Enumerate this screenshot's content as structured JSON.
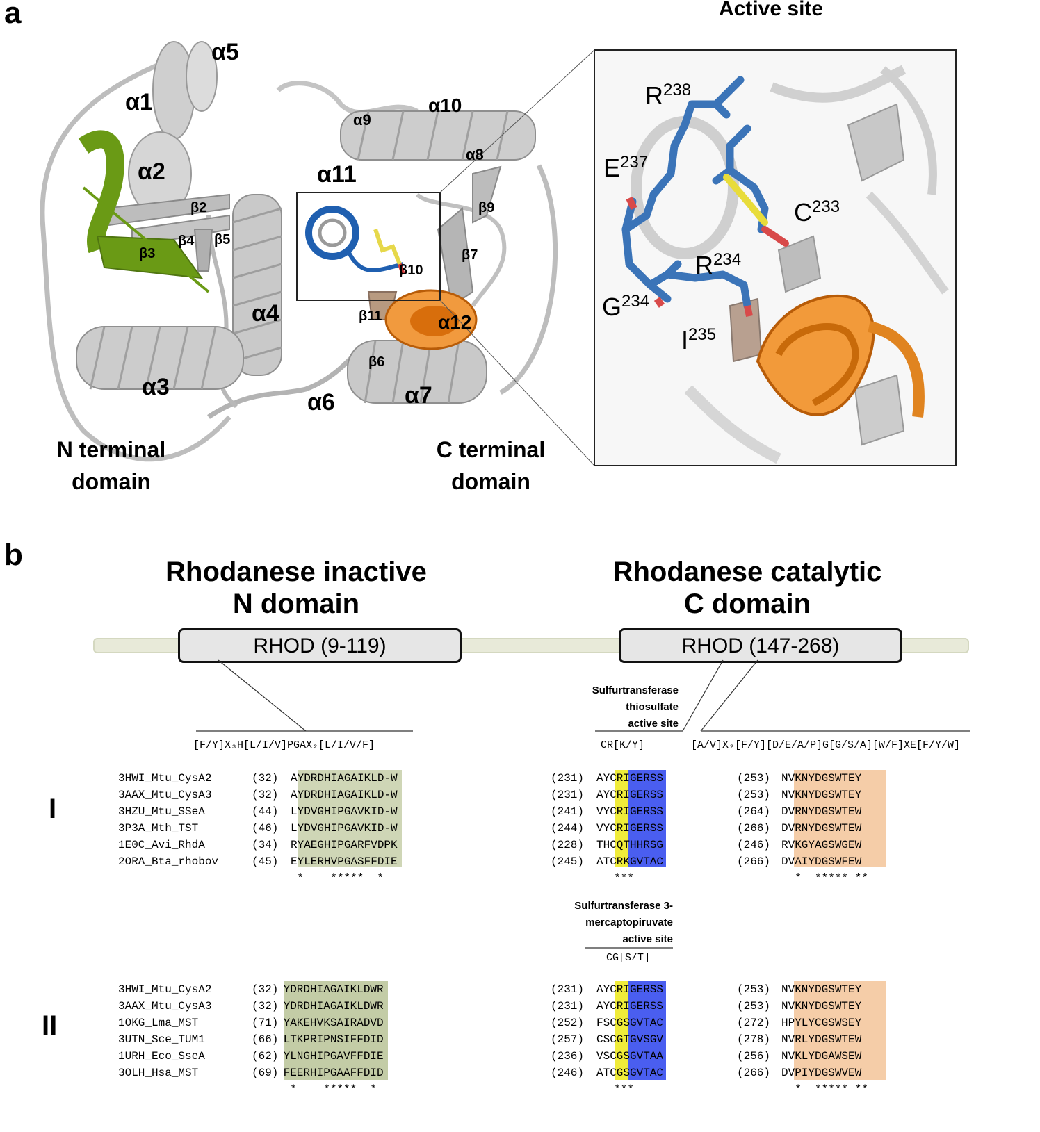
{
  "panel_a": {
    "letter": "a",
    "active_site_title": "Active site",
    "structure_labels": {
      "a5": "α5",
      "a1": "α1",
      "a2": "α2",
      "a10": "α10",
      "a9": "α9",
      "a8": "α8",
      "a11": "α11",
      "b2": "β2",
      "b4": "β4",
      "b5": "β5",
      "b3": "β3",
      "b9": "β9",
      "b7": "β7",
      "b10": "β10",
      "a4": "α4",
      "b11": "β11",
      "a12": "α12",
      "b6": "β6",
      "a3": "α3",
      "a6": "α6",
      "a7": "α7"
    },
    "n_domain_label": [
      "N terminal",
      "domain"
    ],
    "c_domain_label": [
      "C terminal",
      "domain"
    ],
    "residues": [
      {
        "letter": "R",
        "num": "238"
      },
      {
        "letter": "E",
        "num": "237"
      },
      {
        "letter": "C",
        "num": "233"
      },
      {
        "letter": "R",
        "num": "234"
      },
      {
        "letter": "G",
        "num": "234"
      },
      {
        "letter": "I",
        "num": "235"
      }
    ],
    "colors": {
      "green": "#6a9a15",
      "blue": "#1f5fb0",
      "orange": "#e07b10",
      "yellow": "#e6d84a",
      "gray": "#c8c8c8"
    }
  },
  "panel_b": {
    "letter": "b",
    "n_heading": [
      "Rhodanese inactive",
      "N domain"
    ],
    "c_heading": [
      "Rhodanese catalytic",
      "C domain"
    ],
    "n_box": "RHOD (9-119)",
    "c_box": "RHOD (147-268)",
    "motif_n": "[F/Y]X₃H[L/I/V]PGAX₂[L/I/V/F]",
    "motif_c1": "CR[K/Y]",
    "motif_c2": "[A/V]X₂[F/Y][D/E/A/P]G[G/S/A][W/F]XE[F/Y/W]",
    "motif_c3": "CG[S/T]",
    "thiosulfate_label": [
      "Sulfurtransferase",
      "thiosulfate",
      "active site"
    ],
    "mercapto_label": [
      "Sulfurtransferase 3-",
      "mercaptopiruvate",
      "active site"
    ],
    "group_I_label": "I",
    "group_II_label": "II",
    "group_I": [
      {
        "id": "3HWI_Mtu_CysA2",
        "p1": "(32)",
        "s1": "AYDRDHIAGAIKLD-W",
        "p2": "(231)",
        "s2": "AYCRIGERSS",
        "p3": "(253)",
        "s3": "NVKNYDGSWTEY"
      },
      {
        "id": "3AAX_Mtu_CysA3",
        "p1": "(32)",
        "s1": "AYDRDHIAGAIKLD-W",
        "p2": "(231)",
        "s2": "AYCRIGERSS",
        "p3": "(253)",
        "s3": "NVKNYDGSWTEY"
      },
      {
        "id": "3HZU_Mtu_SSeA",
        "p1": "(44)",
        "s1": "LYDVGHIPGAVKID-W",
        "p2": "(241)",
        "s2": "VYCRIGERSS",
        "p3": "(264)",
        "s3": "DVRNYDGSWTEW"
      },
      {
        "id": "3P3A_Mth_TST",
        "p1": "(46)",
        "s1": "LYDVGHIPGAVKID-W",
        "p2": "(244)",
        "s2": "VYCRIGERSS",
        "p3": "(266)",
        "s3": "DVRNYDGSWTEW"
      },
      {
        "id": "1E0C_Avi_RhdA",
        "p1": "(34)",
        "s1": "RYAEGHIPGARFVDPK",
        "p2": "(228)",
        "s2": "THCQTHHRSG",
        "p3": "(246)",
        "s3": "RVKGYAGSWGEW"
      },
      {
        "id": "2ORA_Bta_rhobov",
        "p1": "(45)",
        "s1": "EYLERHVPGASFFDIE",
        "p2": "(245)",
        "s2": "ATCRKGVTAC",
        "p3": "(266)",
        "s3": "DVAIYDGSWFEW"
      }
    ],
    "group_I_cons": {
      "c1": "  *    *****  *",
      "c2": "  ***",
      "c3": "  *  ***** **"
    },
    "group_II": [
      {
        "id": "3HWI_Mtu_CysA2",
        "p1": "(32)",
        "s1": " YDRDHIAGAIKLDWR",
        "p2": "(231)",
        "s2": "AYCRIGERSS",
        "p3": "(253)",
        "s3": "NVKNYDGSWTEY"
      },
      {
        "id": "3AAX_Mtu_CysA3",
        "p1": "(32)",
        "s1": " YDRDHIAGAIKLDWR",
        "p2": "(231)",
        "s2": "AYCRIGERSS",
        "p3": "(253)",
        "s3": "NVKNYDGSWTEY"
      },
      {
        "id": "1OKG_Lma_MST",
        "p1": "(71)",
        "s1": " YAKEHVKSAIRADVD",
        "p2": "(252)",
        "s2": "FSCGSGVTAC",
        "p3": "(272)",
        "s3": "HPYLYCGSWSEY"
      },
      {
        "id": "3UTN_Sce_TUM1",
        "p1": "(66)",
        "s1": " LTKPRIPNSIFFDID",
        "p2": "(257)",
        "s2": "CSCGTGVSGV",
        "p3": "(278)",
        "s3": "NVRLYDGSWTEW"
      },
      {
        "id": "1URH_Eco_SseA",
        "p1": "(62)",
        "s1": " YLNGHIPGAVFFDIE",
        "p2": "(236)",
        "s2": "VSCGSGVTAA",
        "p3": "(256)",
        "s3": "NVKLYDGAWSEW"
      },
      {
        "id": "3OLH_Hsa_MST",
        "p1": "(69)",
        "s1": " FEERHIPGAAFFDID",
        "p2": "(246)",
        "s2": "ATCGSGVTAC",
        "p3": "(266)",
        "s3": "DVPIYDGSWVEW"
      }
    ],
    "group_II_cons": {
      "c1": "  *    *****  *",
      "c2": "  ***",
      "c3": "  *  ***** **"
    },
    "colors": {
      "nBox": "#b8c39a",
      "yellow": "#f0ec3a",
      "blue": "#3a4fe8",
      "peach": "#f2c29a",
      "bar": "#e8ead9"
    }
  }
}
